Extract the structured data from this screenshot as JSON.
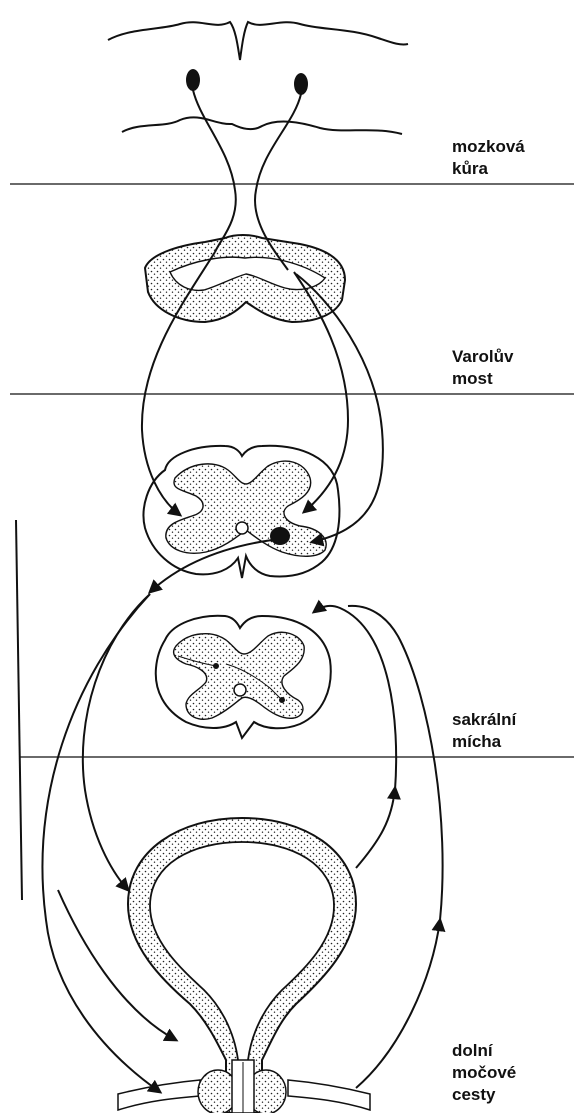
{
  "labels": {
    "cortex": [
      "mozková",
      "kůra"
    ],
    "pons": [
      "Varolův",
      "most"
    ],
    "sacral": [
      "sakrální",
      "mícha"
    ],
    "lower_urinary": [
      "dolní",
      "močové",
      "cesty"
    ]
  },
  "colors": {
    "ink": "#111111",
    "paper": "#ffffff"
  }
}
